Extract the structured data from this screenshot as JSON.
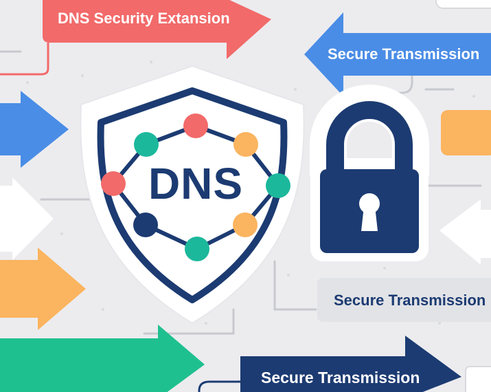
{
  "labels": {
    "dns_security_extension": "DNS Security Extansion",
    "secure_transmission_top": "Secure Transmission",
    "secure_transmission_mid": "Secure Transmission",
    "secure_transmission_bottom": "Secure Transmission"
  },
  "shield": {
    "text": "DNS"
  },
  "icons": {
    "shield": "shield-network-icon",
    "lock": "padlock-icon"
  },
  "colors": {
    "background": "#ececef",
    "navy": "#1c3b72",
    "red": "#f26a6a",
    "blue": "#4a8de6",
    "orange": "#fbb45f",
    "teal": "#1cb89c",
    "green": "#1fc08f",
    "grey_box": "#e2e3e7",
    "white": "#ffffff"
  }
}
